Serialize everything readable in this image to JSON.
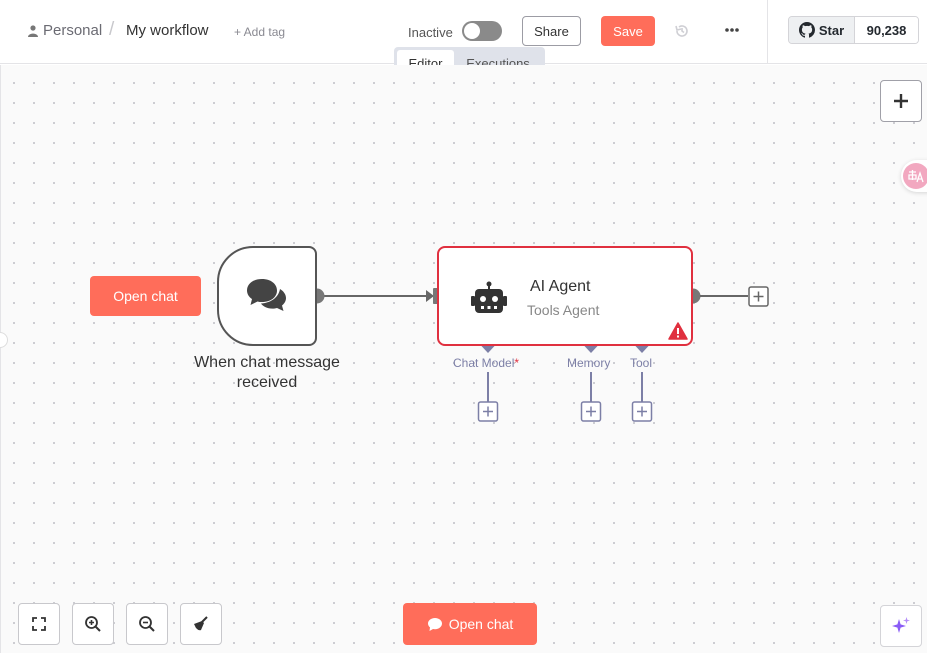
{
  "header": {
    "breadcrumb": {
      "project": "Personal",
      "separator": "/",
      "workflow_name": "My workflow"
    },
    "add_tag_label": "+ Add tag",
    "active_toggle": {
      "label": "Inactive",
      "is_active": false
    },
    "share_label": "Share",
    "save_label": "Save",
    "github": {
      "star_label": "Star",
      "star_count": "90,238"
    }
  },
  "tabs": [
    {
      "label": "Editor",
      "selected": true
    },
    {
      "label": "Executions",
      "selected": false
    }
  ],
  "canvas": {
    "open_chat_left_label": "Open chat",
    "trigger_node": {
      "label": "When chat message received",
      "icon": "chat-bubbles-icon"
    },
    "agent_node": {
      "title": "AI Agent",
      "subtitle": "Tools Agent",
      "icon": "robot-icon",
      "has_warning": true,
      "ports": [
        {
          "label": "Chat Model",
          "required_mark": "*"
        },
        {
          "label": "Memory",
          "required_mark": ""
        },
        {
          "label": "Tool",
          "required_mark": ""
        }
      ]
    },
    "open_chat_bottom_label": "Open chat"
  },
  "colors": {
    "accent": "#ff6d5a",
    "error": "#e0303f",
    "port": "#7c7fa6",
    "node_border": "#555555"
  }
}
